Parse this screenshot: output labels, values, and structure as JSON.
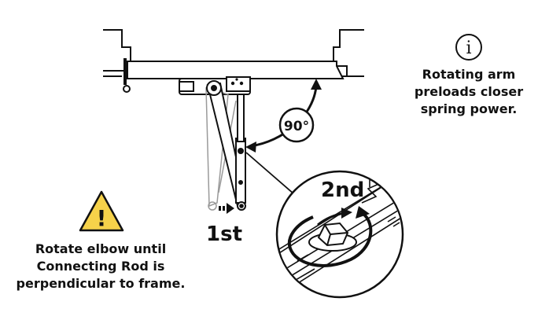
{
  "diagram": {
    "angle_label": "90°",
    "step_1_label": "1st",
    "step_2_label": "2nd"
  },
  "info_note": {
    "icon": "info-icon",
    "icon_glyph": "i",
    "lines": [
      "Rotating arm",
      "preloads closer",
      "spring power."
    ]
  },
  "warning_note": {
    "icon": "warning-icon",
    "icon_glyph": "!",
    "lines": [
      "Rotate elbow until",
      "Connecting Rod is",
      "perpendicular to frame."
    ]
  },
  "colors": {
    "line": "#111111",
    "warning_fill": "#f6d24a",
    "ghost_line": "#9a9a9a"
  }
}
